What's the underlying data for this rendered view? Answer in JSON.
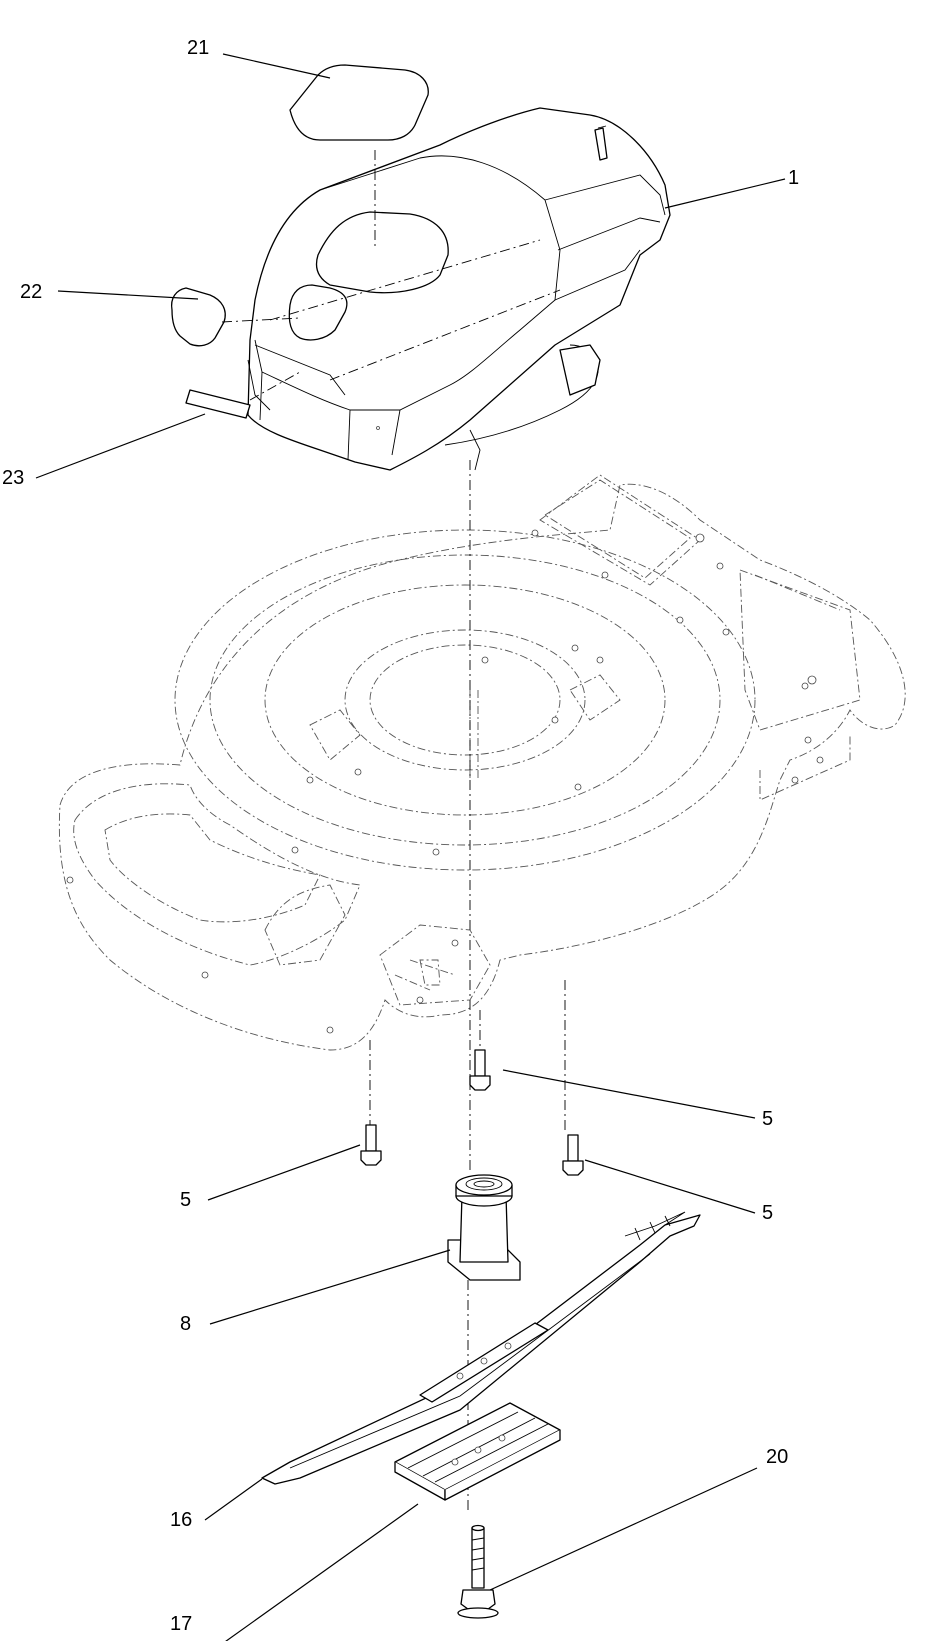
{
  "callouts": {
    "c21": "21",
    "c1": "1",
    "c22": "22",
    "c23": "23",
    "c5a": "5",
    "c5b": "5",
    "c5c": "5",
    "c8": "8",
    "c16": "16",
    "c20": "20",
    "c17": "17"
  },
  "parts": [
    "engine-shroud",
    "top-decal",
    "front-decal",
    "logo-strip",
    "mower-deck",
    "deck-bolt",
    "blade-adapter",
    "blade",
    "blade-stiffener",
    "blade-bolt"
  ]
}
